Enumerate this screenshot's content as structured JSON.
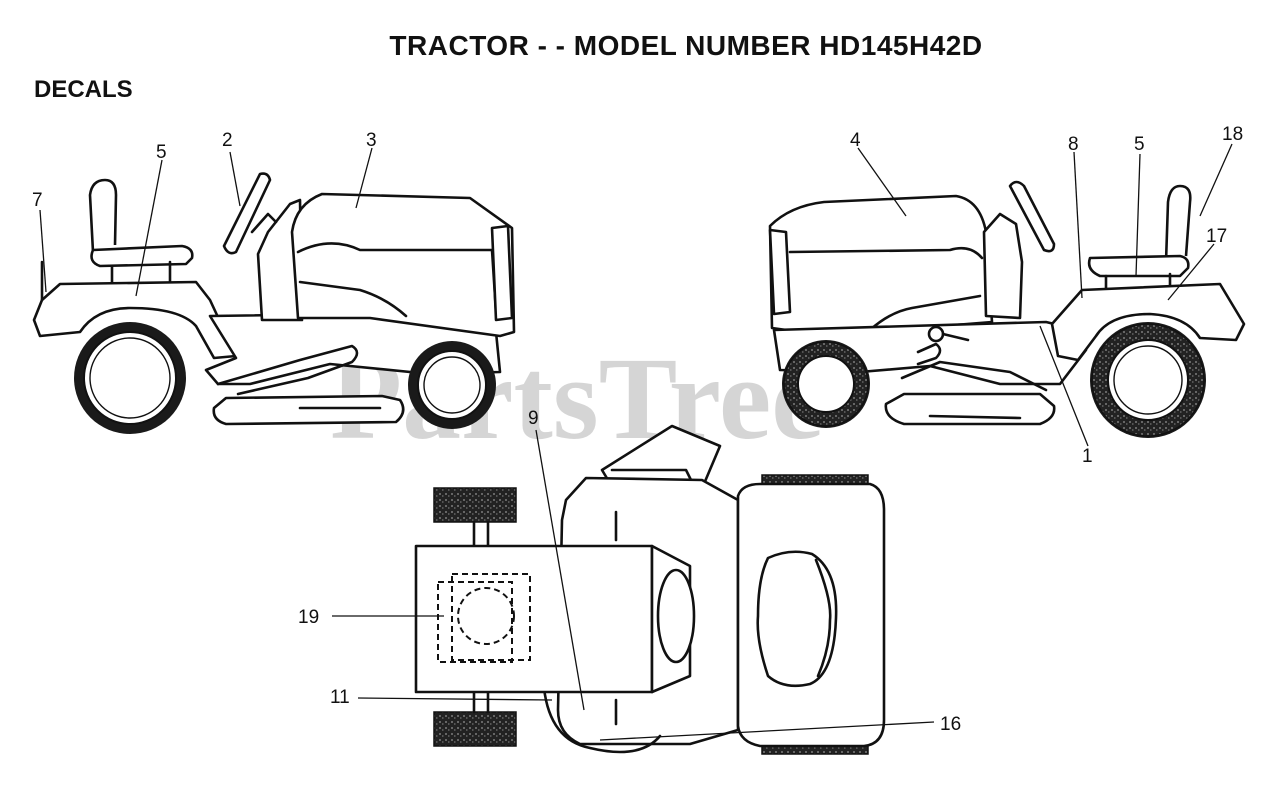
{
  "page": {
    "title": "TRACTOR - - MODEL NUMBER HD145H42D",
    "section": "DECALS",
    "watermark": "PartsTree"
  },
  "callouts": {
    "c1": "1",
    "c2": "2",
    "c3": "3",
    "c4": "4",
    "c5a": "5",
    "c5b": "5",
    "c7": "7",
    "c8": "8",
    "c9": "9",
    "c11": "11",
    "c16": "16",
    "c17": "17",
    "c18": "18",
    "c19": "19"
  }
}
